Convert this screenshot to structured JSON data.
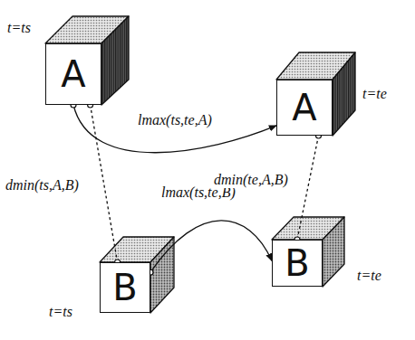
{
  "diagram": {
    "nodes": [
      {
        "text": [
          "A"
        ]
      },
      {
        "text": [
          "A"
        ]
      },
      {
        "text": [
          "B"
        ]
      },
      {
        "text": [
          "B"
        ]
      }
    ],
    "edges": [
      {
        "from": 0,
        "to": 1,
        "arrow": "to",
        "label": "lmax(ts,te,A)"
      },
      {
        "from": 0,
        "to": 2,
        "arrow": "none",
        "label": "dmin(ts,A,B)"
      },
      {
        "from": 2,
        "to": 3,
        "arrow": "to",
        "label": "lmax(ts,te,B)"
      },
      {
        "from": 1,
        "to": 3,
        "arrow": "none",
        "label": "dmin(te,A,B)"
      }
    ],
    "labels": [
      "t=ts",
      "t=te",
      "t=ts",
      "t=te"
    ]
  }
}
